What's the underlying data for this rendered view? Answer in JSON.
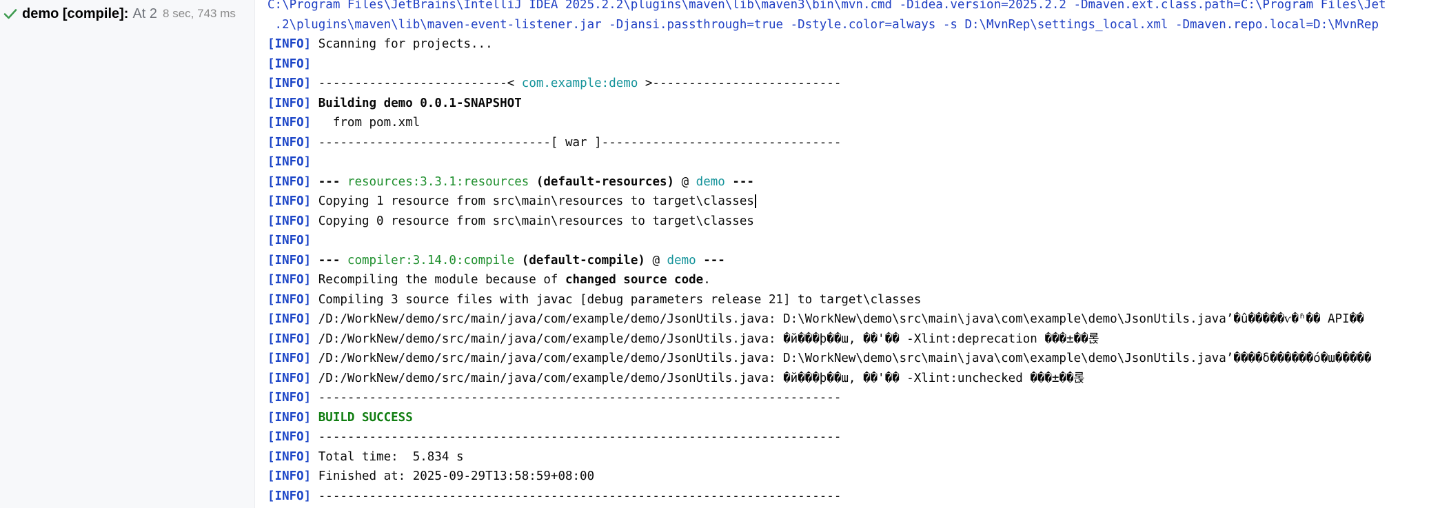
{
  "run": {
    "status_icon": "check-icon",
    "name": "demo [compile]:",
    "at": "At 2",
    "duration": "8 sec, 743 ms"
  },
  "console": {
    "info_tag": "[INFO]",
    "cmd_line1": "C:\\Program Files\\JetBrains\\IntelliJ IDEA 2025.2.2\\plugins\\maven\\lib\\maven3\\bin\\mvn.cmd -Didea.version=2025.2.2 -Dmaven.ext.class.path=C:\\Program Files\\Jet",
    "cmd_line2": " .2\\plugins\\maven\\lib\\maven-event-listener.jar -Djansi.passthrough=true -Dstyle.color=always -s D:\\MvnRep\\settings_local.xml -Dmaven.repo.local=D:\\MvnRep",
    "scanning": "Scanning for projects...",
    "sep_pre": "--------------------------< ",
    "artifact": "com.example:demo",
    "sep_post": " >--------------------------",
    "building": "Building demo 0.0.1-SNAPSHOT",
    "from_pom": "  from pom.xml",
    "war_sep": "--------------------------------[ war ]---------------------------------",
    "res_prefix": "--- ",
    "res_plugin": "resources:3.3.1:resources",
    "res_exec": " (default-resources)",
    "at_sign": " @ ",
    "project": "demo",
    "suffix": " ---",
    "copy1": "Copying 1 resource from src\\main\\resources to target\\classes",
    "copy0": "Copying 0 resource from src\\main\\resources to target\\classes",
    "comp_prefix": "--- ",
    "comp_plugin": "compiler:3.14.0:compile",
    "comp_exec": " (default-compile)",
    "recompile_pre": "Recompiling the module because of ",
    "recompile_bold": "changed source code",
    "recompile_post": ".",
    "compiling": "Compiling 3 source files with javac [debug parameters release 21] to target\\classes",
    "warn1": "/D:/WorkNew/demo/src/main/java/com/example/demo/JsonUtils.java: D:\\WorkNew\\demo\\src\\main\\java\\com\\example\\demo\\JsonUtils.java’�û�����ѵ�ʱ�� API��",
    "warn2": "/D:/WorkNew/demo/src/main/java/com/example/demo/JsonUtils.java: �й���þ��ɯ, ��'�� -Xlint:deprecation ���±��롡",
    "warn3": "/D:/WorkNew/demo/src/main/java/com/example/demo/JsonUtils.java: D:\\WorkNew\\demo\\src\\main\\java\\com\\example\\demo\\JsonUtils.java’����δ�����ܵ�ó�ɯ�����",
    "warn4": "/D:/WorkNew/demo/src/main/java/com/example/demo/JsonUtils.java: �й���þ��ɯ, ��'�� -Xlint:unchecked ���±��롡",
    "dash_line": "------------------------------------------------------------------------",
    "build_success": "BUILD SUCCESS",
    "total_time": "Total time:  5.834 s",
    "finished_at": "Finished at: 2025-09-29T13:58:59+08:00"
  }
}
